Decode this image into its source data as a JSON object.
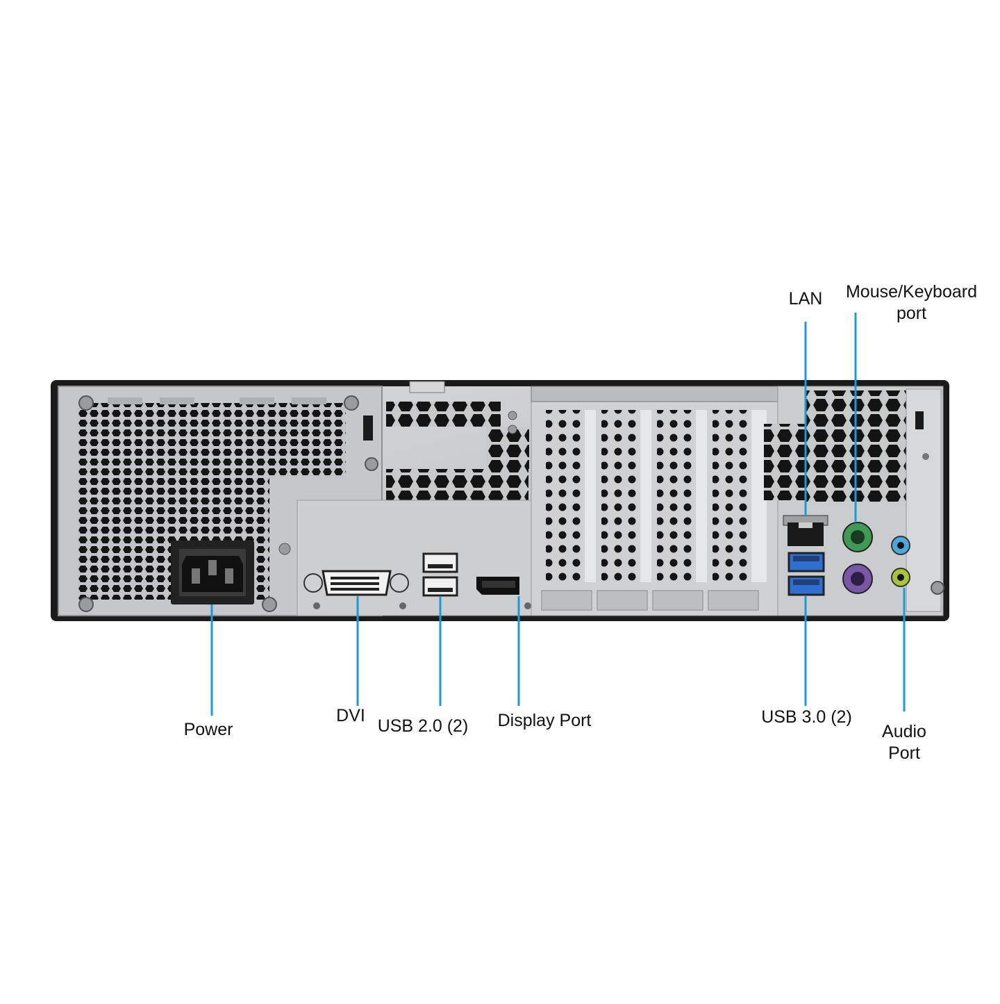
{
  "image": {
    "subject": "desktop-pc-rear-panel",
    "accent_color": "#1a9ad6",
    "colors": {
      "chassis_dark": "#1b1b1b",
      "panel_metal": "#c9cacc",
      "ps2_mouse": "#3f9a56",
      "ps2_keyboard": "#7a56a6",
      "usb3_blue": "#2f6fd0",
      "audio_line_in": "#4ea7d8",
      "audio_line_out": "#a8c23a"
    }
  },
  "callouts": {
    "lan": [
      "LAN"
    ],
    "mouse_keyboard": [
      "Mouse/Keyboard",
      "port"
    ],
    "power": [
      "Power"
    ],
    "dvi": [
      "DVI"
    ],
    "usb2": [
      "USB 2.0 (2)"
    ],
    "display_port": [
      "Display Port"
    ],
    "usb3": [
      "USB 3.0 (2)"
    ],
    "audio": [
      "Audio",
      "Port"
    ]
  }
}
